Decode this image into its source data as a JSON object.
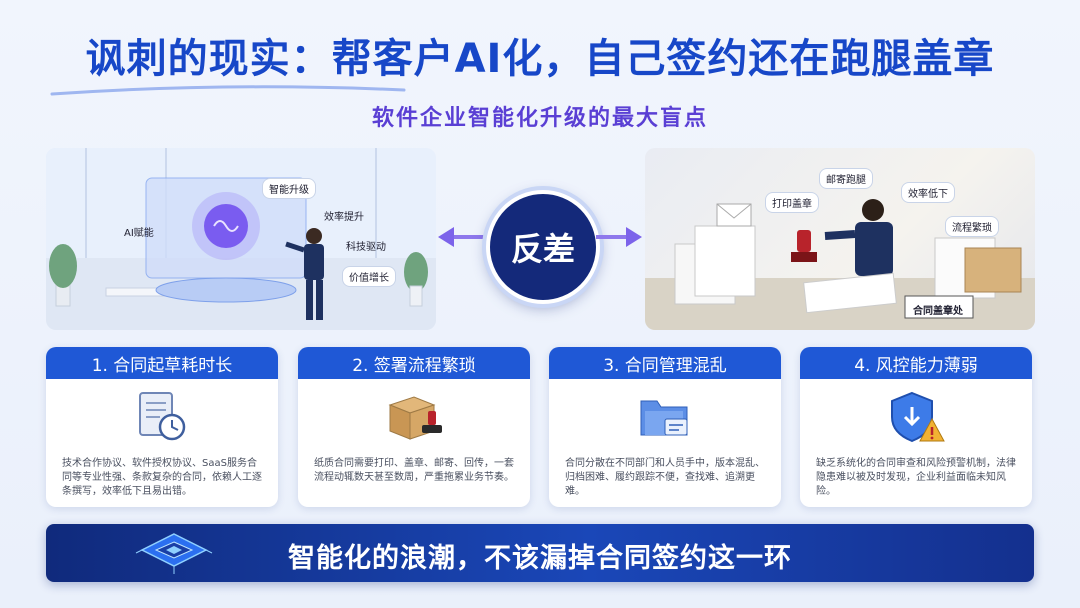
{
  "header": {
    "title": "讽刺的现实：帮客户AI化，自己签约还在跑腿盖章",
    "subtitle": "软件企业智能化升级的最大盲点"
  },
  "left_scene": {
    "tags": [
      "智能升级",
      "AI赋能",
      "效率提升",
      "科技驱动",
      "价值增长"
    ]
  },
  "right_scene": {
    "tags": [
      "邮寄跑腿",
      "打印盖章",
      "效率低下",
      "流程繁琐"
    ],
    "sign": "合同盖章处"
  },
  "contrast": {
    "label": "反差"
  },
  "cards": [
    {
      "title": "1. 合同起草耗时长",
      "icon": "document-clock-icon",
      "desc": "技术合作协议、软件授权协议、SaaS服务合同等专业性强、条款复杂的合同，依赖人工逐条撰写，效率低下且易出错。"
    },
    {
      "title": "2. 签署流程繁琐",
      "icon": "box-stamp-icon",
      "desc": "纸质合同需要打印、盖章、邮寄、回传，一套流程动辄数天甚至数周，严重拖累业务节奏。"
    },
    {
      "title": "3. 合同管理混乱",
      "icon": "folder-icon",
      "desc": "合同分散在不同部门和人员手中，版本混乱、归档困难、履约跟踪不便，查找难、追溯更难。"
    },
    {
      "title": "4. 风控能力薄弱",
      "icon": "shield-warning-icon",
      "desc": "缺乏系统化的合同审查和风险预警机制，法律隐患难以被及时发现，企业利益面临未知风险。"
    }
  ],
  "banner": {
    "icon": "ai-chip-icon",
    "text": "智能化的浪潮，不该漏掉合同签约这一环"
  },
  "colors": {
    "title_blue": "#1747c8",
    "subtitle_purple": "#5a3fd4",
    "card_header": "#1f58d6",
    "banner_navy": "#102a7c"
  }
}
